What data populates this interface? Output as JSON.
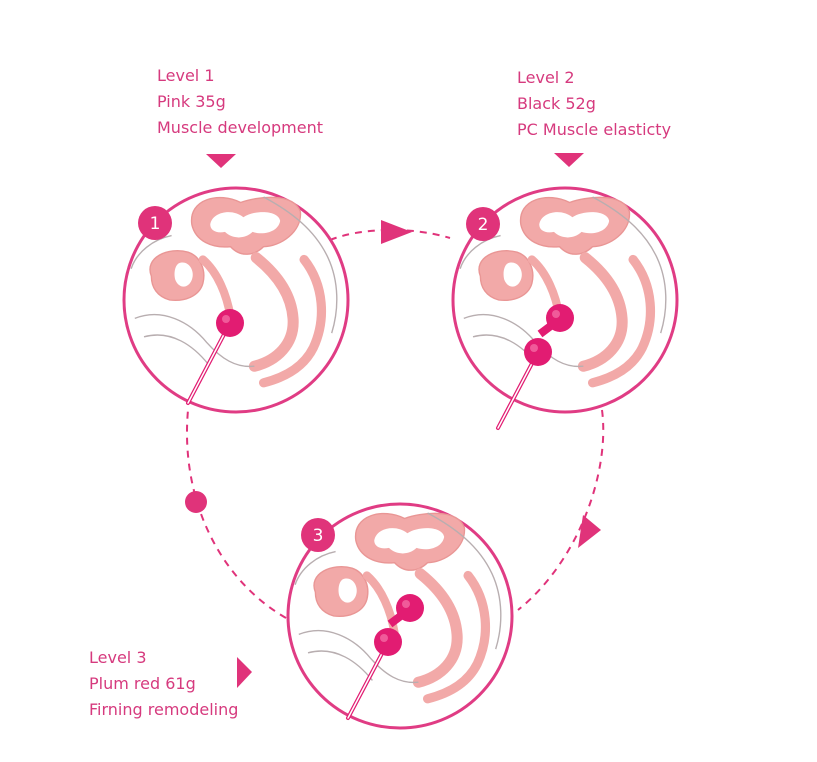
{
  "levels": [
    {
      "number": "1",
      "title": "Level 1",
      "line2": "Pink 35g",
      "line3": "Muscle development"
    },
    {
      "number": "2",
      "title": "Level 2",
      "line2": "Black 52g",
      "line3": "PC Muscle elasticty"
    },
    {
      "number": "3",
      "title": "Level 3",
      "line2": "Plum red 61g",
      "line3": "Firning remodeling"
    }
  ],
  "colors": {
    "accent": "#e0337a",
    "ring": "#e03c84",
    "anatomy": "#f2a9a8",
    "outline": "#b8aeb0",
    "ball": "#e21c72",
    "label": "#d63a7e"
  },
  "icons": [
    "pointer-triangle-icon",
    "flow-arrow-icon",
    "kegel-ball-icon",
    "anatomy-illustration"
  ]
}
